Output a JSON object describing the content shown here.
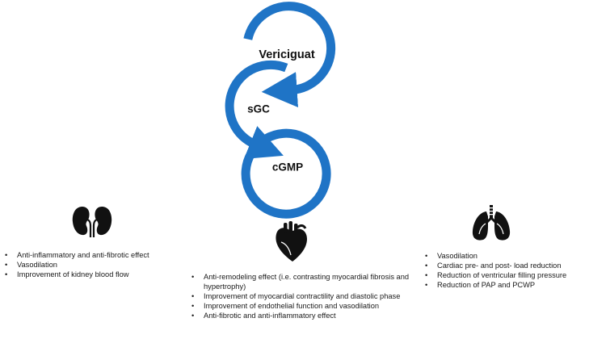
{
  "cascade": {
    "color": "#1f74c6",
    "nodes": [
      {
        "id": "drug",
        "label": "Vericiguat"
      },
      {
        "id": "receptor",
        "label": "sGC"
      },
      {
        "id": "messenger",
        "label": "cGMP"
      }
    ]
  },
  "organs": [
    {
      "id": "kidney",
      "icon": "kidney-icon",
      "effects": [
        "Anti-inflammatory and anti-fibrotic effect",
        "Vasodilation",
        "Improvement of kidney blood flow"
      ]
    },
    {
      "id": "heart",
      "icon": "heart-icon",
      "effects": [
        "Anti-remodeling effect (i.e. contrasting myocardial fibrosis and hypertrophy)",
        "Improvement of myocardial contractility and diastolic phase",
        "Improvement of endothelial function and vasodilation",
        "Anti-fibrotic and anti-inflammatory effect"
      ]
    },
    {
      "id": "lung",
      "icon": "lungs-icon",
      "effects": [
        "Vasodilation",
        "Cardiac pre- and post- load reduction",
        "Reduction of ventricular filling pressure",
        "Reduction of PAP and PCWP"
      ]
    }
  ]
}
